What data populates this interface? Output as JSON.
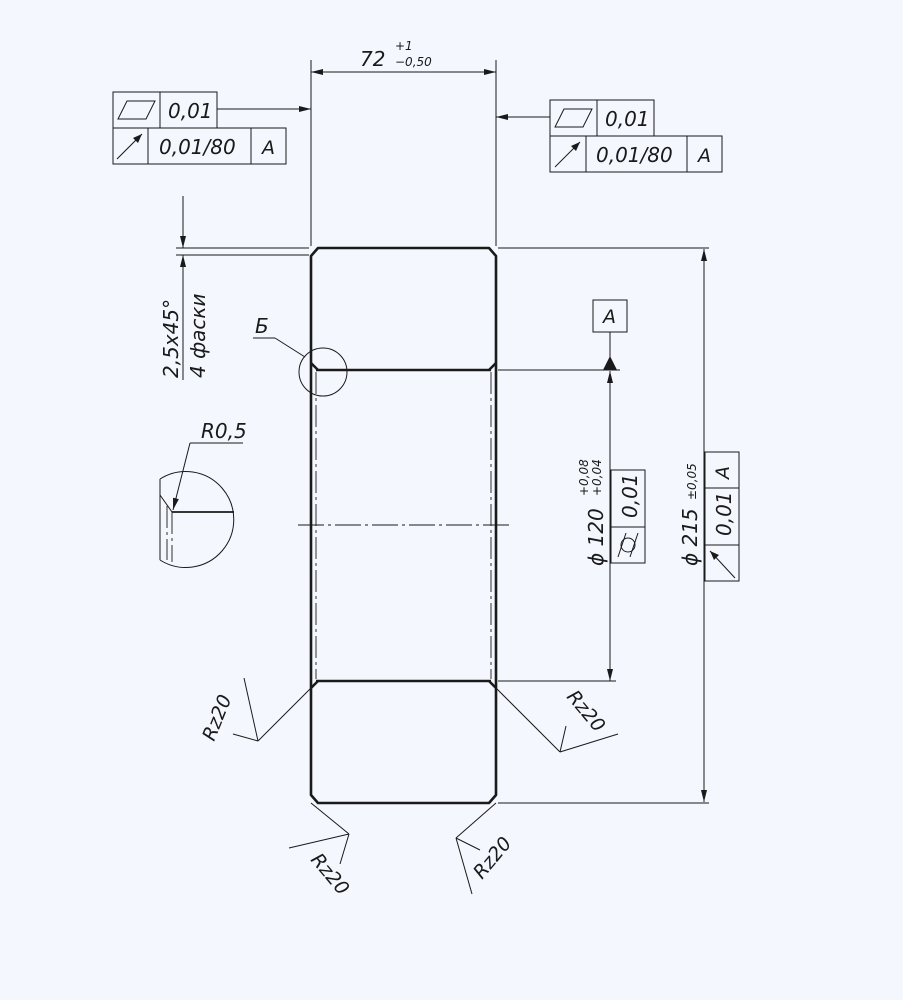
{
  "dimensions": {
    "length_value": "72",
    "length_tol_upper": "+1",
    "length_tol_lower": "−0,50",
    "chamfer": "2,5x45°",
    "chamfer_count": "4  фаски",
    "radius": "R0,5",
    "bore_value": "ϕ 120",
    "bore_tol_upper": "+0,08",
    "bore_tol_lower": "+0,04",
    "outer_value": "ϕ 215",
    "outer_tol": "±0,05"
  },
  "frames": {
    "left": {
      "flatness_value": "0,01",
      "runout_value": "0,01/80",
      "runout_datum": "A"
    },
    "right": {
      "flatness_value": "0,01",
      "runout_value": "0,01/80",
      "runout_datum": "A"
    },
    "bore": {
      "cylindricity_value": "0,01"
    },
    "outer": {
      "runout_value": "0,01",
      "runout_datum": "A"
    }
  },
  "datum": {
    "label": "A"
  },
  "detail": {
    "label": "Б"
  },
  "roughness": {
    "left_side": "Rz20",
    "right_side": "Rz20",
    "bottom_left": "Rz20",
    "bottom_right": "Rz20"
  }
}
